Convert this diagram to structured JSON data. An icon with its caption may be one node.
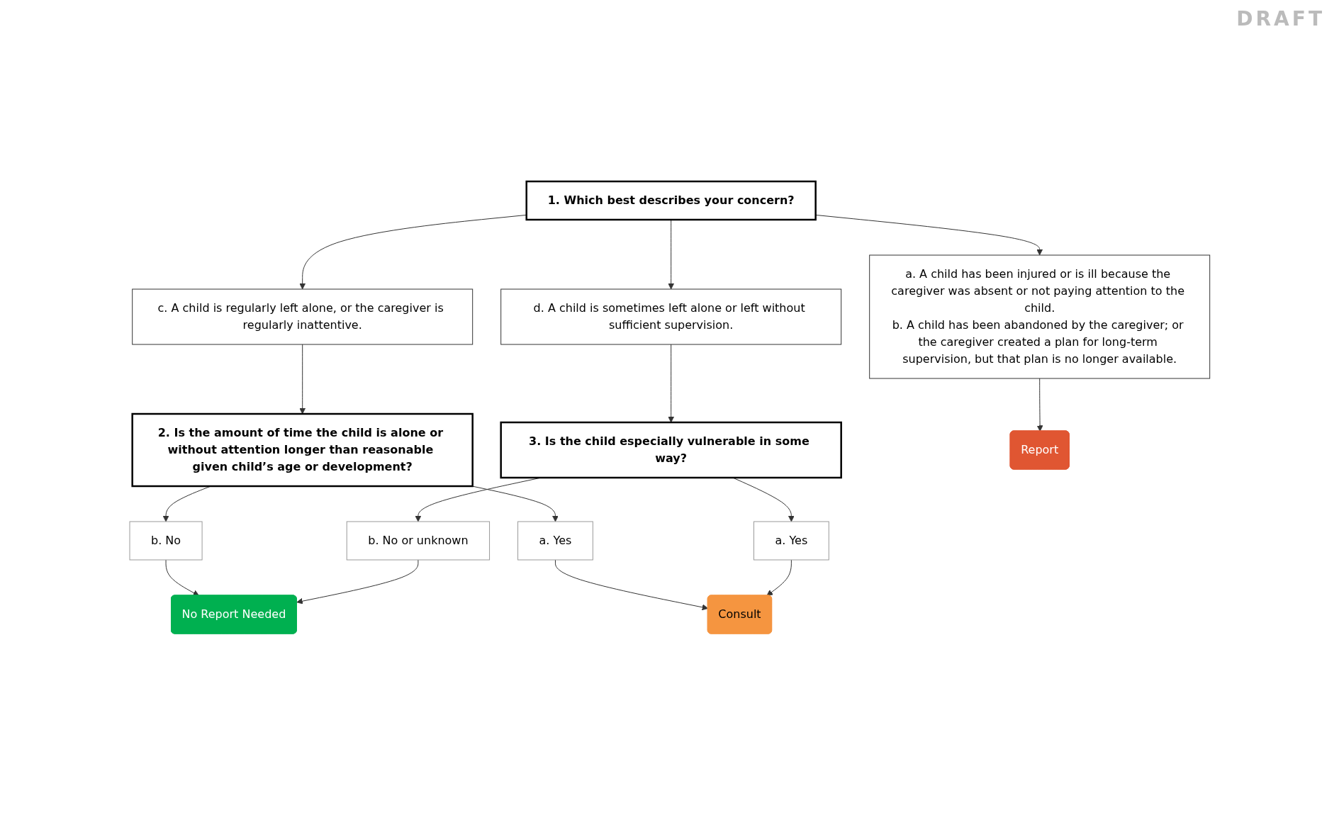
{
  "diagram": {
    "nodes": [
      {
        "text": [
          "1. Which best describes your concern?"
        ]
      },
      {
        "text": [
          "a. A child has been injured or is ill because the caregiver was absent or not paying attention to the child.",
          "b. A child has been abandoned by the caregiver; or the caregiver created a plan for long-term supervision, but that plan is no longer available."
        ]
      },
      {
        "text": [
          "c. A child is regularly left alone, or the caregiver is regularly inattentive."
        ]
      },
      {
        "text": [
          "d. A child is sometimes left alone or left without sufficient supervision."
        ]
      },
      {
        "text": [
          "2. Is the amount of time the child is alone or without attention longer than reasonable given child’s age or development?"
        ]
      },
      {
        "text": [
          "b. No"
        ]
      },
      {
        "text": [
          "a. Yes"
        ]
      },
      {
        "text": [
          "3. Is the child especially vulnerable in some way?"
        ]
      },
      {
        "text": [
          "b. No or unknown"
        ]
      },
      {
        "text": [
          "a. Yes"
        ]
      },
      {
        "text": [
          "Report"
        ]
      },
      {
        "text": [
          "Consult"
        ]
      },
      {
        "text": [
          "No Report Needed"
        ]
      }
    ],
    "edges": [
      {
        "from": 0,
        "to": 1,
        "arrow": "to"
      },
      {
        "from": 0,
        "to": 2,
        "arrow": "to"
      },
      {
        "from": 0,
        "to": 3,
        "arrow": "to"
      },
      {
        "from": 1,
        "to": 10,
        "arrow": "to"
      },
      {
        "from": 2,
        "to": 4,
        "arrow": "to"
      },
      {
        "from": 4,
        "to": 5,
        "arrow": "to"
      },
      {
        "from": 4,
        "to": 6,
        "arrow": "to"
      },
      {
        "from": 3,
        "to": 7,
        "arrow": "to"
      },
      {
        "from": 6,
        "to": 11,
        "arrow": "to"
      },
      {
        "from": 5,
        "to": 12,
        "arrow": "to"
      },
      {
        "from": 7,
        "to": 8,
        "arrow": "to"
      },
      {
        "from": 7,
        "to": 9,
        "arrow": "to"
      },
      {
        "from": 9,
        "to": 11,
        "arrow": "to"
      },
      {
        "from": 8,
        "to": 12,
        "arrow": "to"
      }
    ],
    "labels": [
      "DRAFT"
    ]
  }
}
